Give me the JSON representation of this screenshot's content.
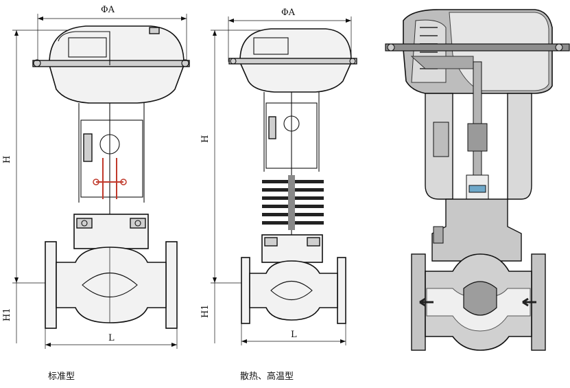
{
  "figures": [
    {
      "id": "standard",
      "caption": "标准型",
      "dims": {
        "diameter": "ΦA",
        "height": "H",
        "height_low": "H1",
        "length": "L"
      }
    },
    {
      "id": "heat-dissipating",
      "caption": "散热、高温型",
      "dims": {
        "diameter": "ΦA",
        "height": "H",
        "height_low": "H1",
        "length": "L"
      }
    },
    {
      "id": "cutaway",
      "caption": ""
    }
  ],
  "colors": {
    "line": "#111111",
    "metal_light": "#f2f2f2",
    "metal_mid": "#cfcfcf",
    "metal_dark": "#8d8d8d",
    "accent_red": "#c0392b",
    "flow_arrow": "#222222"
  },
  "icons": [
    "flow-arrow-icon"
  ]
}
